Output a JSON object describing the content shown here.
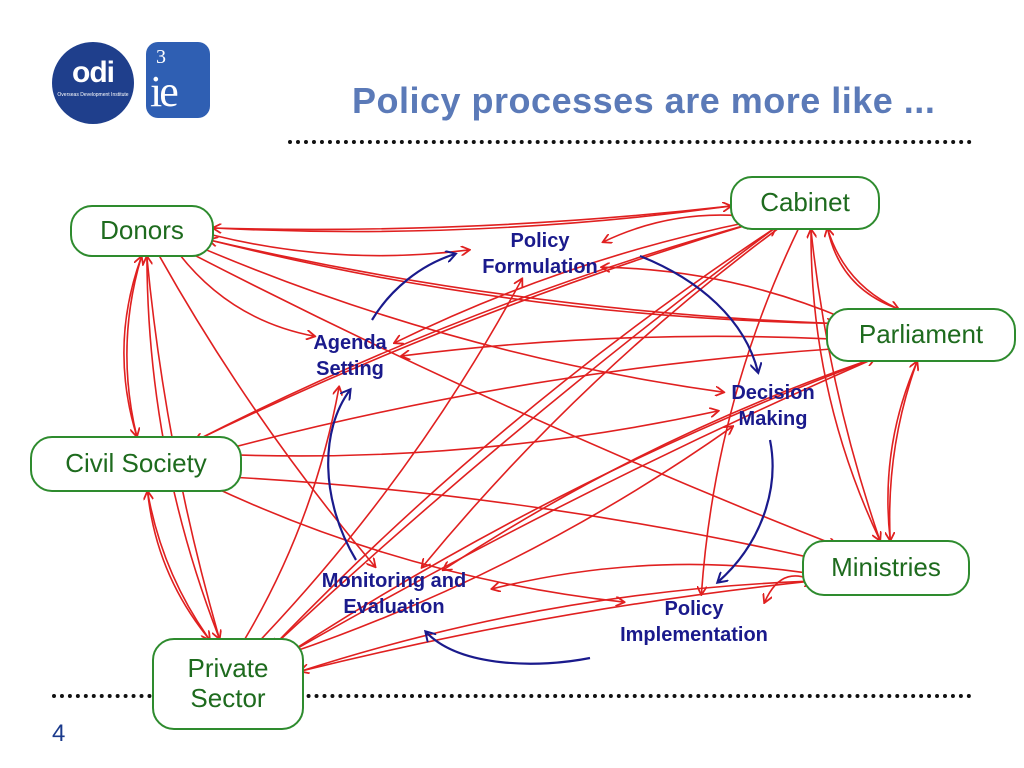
{
  "logos": {
    "odi_wordmark": "odi",
    "odi_caption": "Overseas Development Institute",
    "ie3_superscript": "3",
    "ie3_wordmark": "ie"
  },
  "title": "Policy processes are more like ...",
  "actors": {
    "donors": "Donors",
    "cabinet": "Cabinet",
    "parliament": "Parliament",
    "civil_society": "Civil Society",
    "ministries": "Ministries",
    "private_sector": "Private Sector"
  },
  "stages": {
    "policy_formulation": "Policy Formulation",
    "agenda_setting": "Agenda Setting",
    "decision_making": "Decision Making",
    "monitoring_evaluation": "Monitoring and Evaluation",
    "policy_implementation": "Policy Implementation"
  },
  "page_number": "4",
  "colors": {
    "title": "#5b7ab8",
    "arrows": "#e02020",
    "cycle": "#1a1a8c",
    "actor_border": "#2e8b2e",
    "actor_text": "#1e6b1e",
    "stage_text": "#1a1a8c"
  },
  "arrow_connections": [
    [
      "Donors",
      "Cabinet"
    ],
    [
      "Cabinet",
      "Donors"
    ],
    [
      "Donors",
      "Parliament"
    ],
    [
      "Parliament",
      "Donors"
    ],
    [
      "Donors",
      "Ministries"
    ],
    [
      "Donors",
      "Civil Society"
    ],
    [
      "Civil Society",
      "Donors"
    ],
    [
      "Donors",
      "Private Sector"
    ],
    [
      "Private Sector",
      "Donors"
    ],
    [
      "Donors",
      "Policy Formulation"
    ],
    [
      "Donors",
      "Agenda Setting"
    ],
    [
      "Donors",
      "Decision Making"
    ],
    [
      "Donors",
      "Monitoring and Evaluation"
    ],
    [
      "Cabinet",
      "Parliament"
    ],
    [
      "Parliament",
      "Cabinet"
    ],
    [
      "Cabinet",
      "Ministries"
    ],
    [
      "Ministries",
      "Cabinet"
    ],
    [
      "Cabinet",
      "Civil Society"
    ],
    [
      "Civil Society",
      "Cabinet"
    ],
    [
      "Cabinet",
      "Private Sector"
    ],
    [
      "Cabinet",
      "Policy Formulation"
    ],
    [
      "Cabinet",
      "Agenda Setting"
    ],
    [
      "Cabinet",
      "Monitoring and Evaluation"
    ],
    [
      "Cabinet",
      "Policy Implementation"
    ],
    [
      "Parliament",
      "Ministries"
    ],
    [
      "Ministries",
      "Parliament"
    ],
    [
      "Parliament",
      "Civil Society"
    ],
    [
      "Parliament",
      "Private Sector"
    ],
    [
      "Parliament",
      "Agenda Setting"
    ],
    [
      "Parliament",
      "Policy Formulation"
    ],
    [
      "Parliament",
      "Monitoring and Evaluation"
    ],
    [
      "Ministries",
      "Private Sector"
    ],
    [
      "Private Sector",
      "Ministries"
    ],
    [
      "Ministries",
      "Civil Society"
    ],
    [
      "Ministries",
      "Monitoring and Evaluation"
    ],
    [
      "Ministries",
      "Policy Implementation"
    ],
    [
      "Civil Society",
      "Private Sector"
    ],
    [
      "Private Sector",
      "Civil Society"
    ],
    [
      "Civil Society",
      "Decision Making"
    ],
    [
      "Civil Society",
      "Policy Implementation"
    ],
    [
      "Private Sector",
      "Parliament"
    ],
    [
      "Private Sector",
      "Agenda Setting"
    ],
    [
      "Private Sector",
      "Policy Formulation"
    ],
    [
      "Private Sector",
      "Decision Making"
    ],
    [
      "Private Sector",
      "Cabinet"
    ]
  ]
}
